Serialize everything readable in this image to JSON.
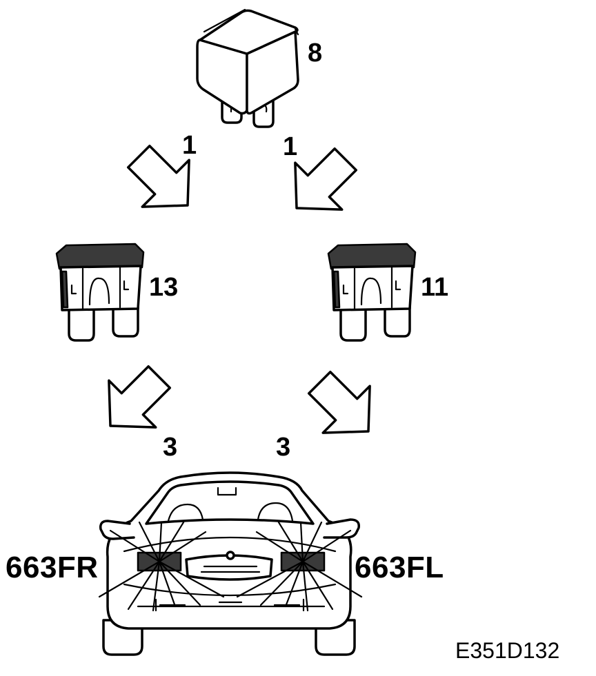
{
  "diagram": {
    "relay": {
      "label": "8",
      "icon": "relay-icon"
    },
    "fuse_left": {
      "label": "13",
      "icon": "fuse-icon"
    },
    "fuse_right": {
      "label": "11",
      "icon": "fuse-icon"
    },
    "arrows": {
      "relay_to_fuse_left": "1",
      "relay_to_fuse_right": "1",
      "fuse_left_to_car": "3",
      "fuse_right_to_car": "3"
    },
    "car": {
      "icon": "car-front-icon"
    },
    "lamps": {
      "right": "663FR",
      "left": "663FL"
    },
    "figure_code": "E351D132"
  }
}
